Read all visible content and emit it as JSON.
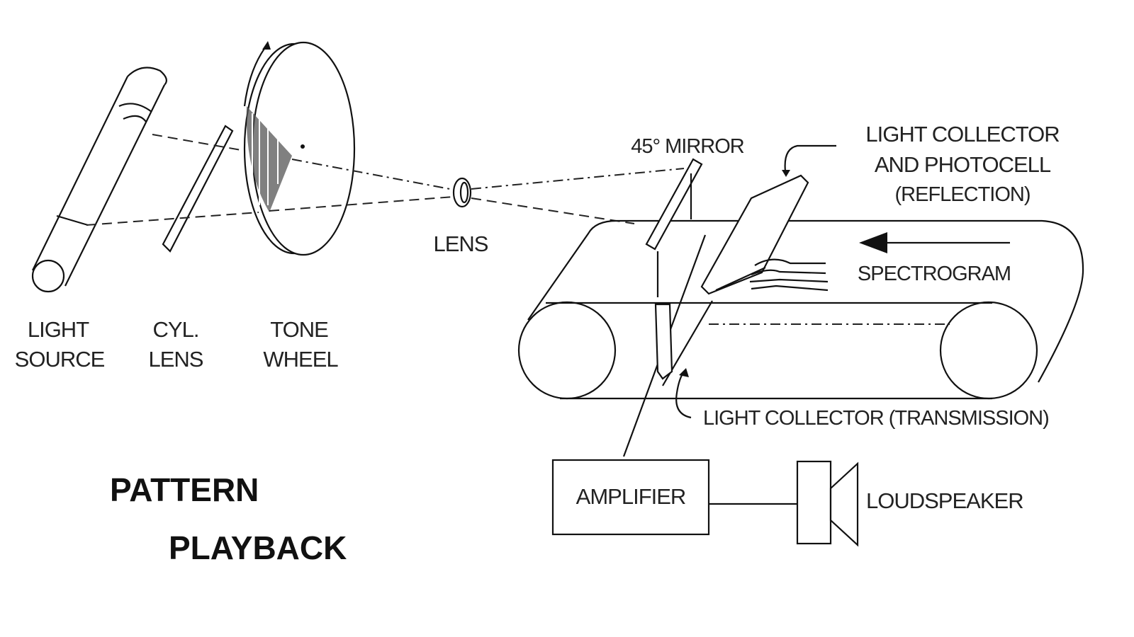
{
  "title": {
    "line1": "PATTERN",
    "line2": "PLAYBACK"
  },
  "labels": {
    "light_source": [
      "LIGHT",
      "SOURCE"
    ],
    "cyl_lens": [
      "CYL.",
      "LENS"
    ],
    "tone_wheel": [
      "TONE",
      "WHEEL"
    ],
    "lens": "LENS",
    "mirror": "45° MIRROR",
    "light_collector_reflection": [
      "LIGHT COLLECTOR",
      "AND PHOTOCELL",
      "(REFLECTION)"
    ],
    "spectrogram": "SPECTROGRAM",
    "light_collector_transmission": "LIGHT COLLECTOR (TRANSMISSION)",
    "amplifier": "AMPLIFIER",
    "loudspeaker": "LOUDSPEAKER"
  }
}
